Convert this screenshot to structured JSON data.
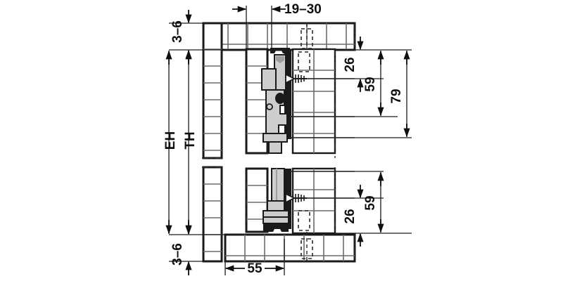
{
  "drawing": {
    "title": "Sliding door fitting cross-section",
    "type": "technical-cross-section",
    "units": "mm",
    "line_color": "#1a1a1a",
    "fill_light": "#d8d8d8",
    "fill_mid": "#bdbdbd",
    "fill_dark": "#1a1a1a",
    "background": "#ffffff"
  },
  "dimensions": {
    "top_width": "19–30",
    "top_gap": "3–6",
    "bottom_gap": "3–6",
    "bottom_width": "55",
    "right_top_small": "26",
    "right_top_mid": "59",
    "right_top_total": "79",
    "right_bottom_mid": "59",
    "right_bottom_small": "26"
  },
  "labels": {
    "height_outer": "EH",
    "height_inner": "TH"
  },
  "callouts": {
    "screw_top": "screw-fastener-top",
    "screw_bottom": "screw-fastener-bottom",
    "carriage_top": "carriage-leader-top",
    "carriage_bottom": "carriage-leader-bottom"
  }
}
